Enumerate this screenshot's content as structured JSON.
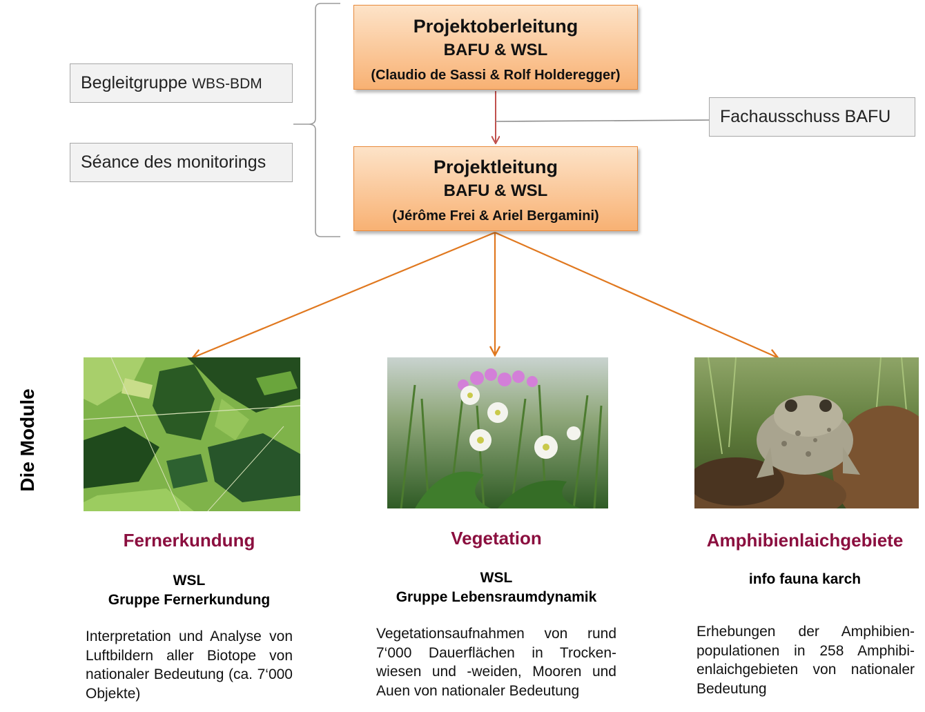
{
  "top_box": {
    "title": "Projektoberleitung",
    "org": "BAFU & WSL",
    "people": "(Claudio de Sassi & Rolf Holderegger)"
  },
  "lead_box": {
    "title": "Projektleitung",
    "org": "BAFU & WSL",
    "people": "(Jérôme Frei & Ariel Bergamini)"
  },
  "side_boxes": {
    "begleitgruppe_main": "Begleitgruppe ",
    "begleitgruppe_small": "WBS-BDM",
    "seance": "Séance des monitorings",
    "fachausschuss": "Fachausschuss BAFU"
  },
  "vertical_label": "Die Module",
  "modules": [
    {
      "image": "aerial-landscape-photo",
      "title": "Fernerkundung",
      "sub1": "WSL",
      "sub2": "Gruppe Fernerkundung",
      "description": "Interpretation und Analyse von Luftbildern aller Biotope von nationaler Bedeutung (ca. 7‘000 Objekte)"
    },
    {
      "image": "meadow-flowers-photo",
      "title": "Vegetation",
      "sub1": "WSL",
      "sub2": "Gruppe Lebensraumdynamik",
      "description": "Vegetationsaufnahmen von rund 7‘000 Dauerflächen in Trocken-wiesen und -weiden, Mooren und Auen von nationaler Bedeutung"
    },
    {
      "image": "toad-photo",
      "title": "Amphibienlaichgebiete",
      "sub1": "info fauna karch",
      "sub2": "",
      "description": "Erhebungen der Amphibien-populationen in 258 Amphibi-enlaichgebieten von nationaler Bedeutung"
    }
  ],
  "colors": {
    "accent_red": "#8b0f3f",
    "arrow_orange": "#e0781f",
    "arrow_red": "#c0504d",
    "box_fill_top": "#fde3c8",
    "box_fill_bottom": "#f8b173"
  }
}
